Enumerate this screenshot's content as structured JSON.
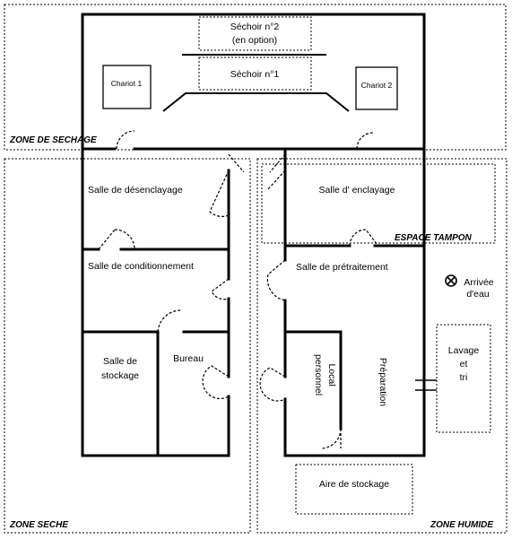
{
  "rooms": {
    "sechoir2_line1": "Séchoir n°2",
    "sechoir2_line2": "(en option)",
    "sechoir1": "Séchoir n°1",
    "chariot1": "Chariot 1",
    "chariot2": "Chariot 2",
    "desenclayage": "Salle de désenclayage",
    "enclayage": "Salle d' enclayage",
    "conditionnement": "Salle de conditionnement",
    "pretraitement": "Salle de prétraitement",
    "stockage_line1": "Salle de",
    "stockage_line2": "stockage",
    "bureau": "Bureau",
    "local_line1": "Local",
    "local_line2": "personnel",
    "preparation": "Préparation",
    "arrivee_line1": "Arrivée",
    "arrivee_line2": "d'eau",
    "lavage_line1": "Lavage",
    "lavage_line2": "et",
    "lavage_line3": "tri",
    "aire_stockage": "Aire de stockage"
  },
  "zones": {
    "sechage": "ZONE DE SECHAGE",
    "espace_tampon": "ESPACE TAMPON",
    "seche": "ZONE SECHE",
    "humide": "ZONE HUMIDE"
  }
}
